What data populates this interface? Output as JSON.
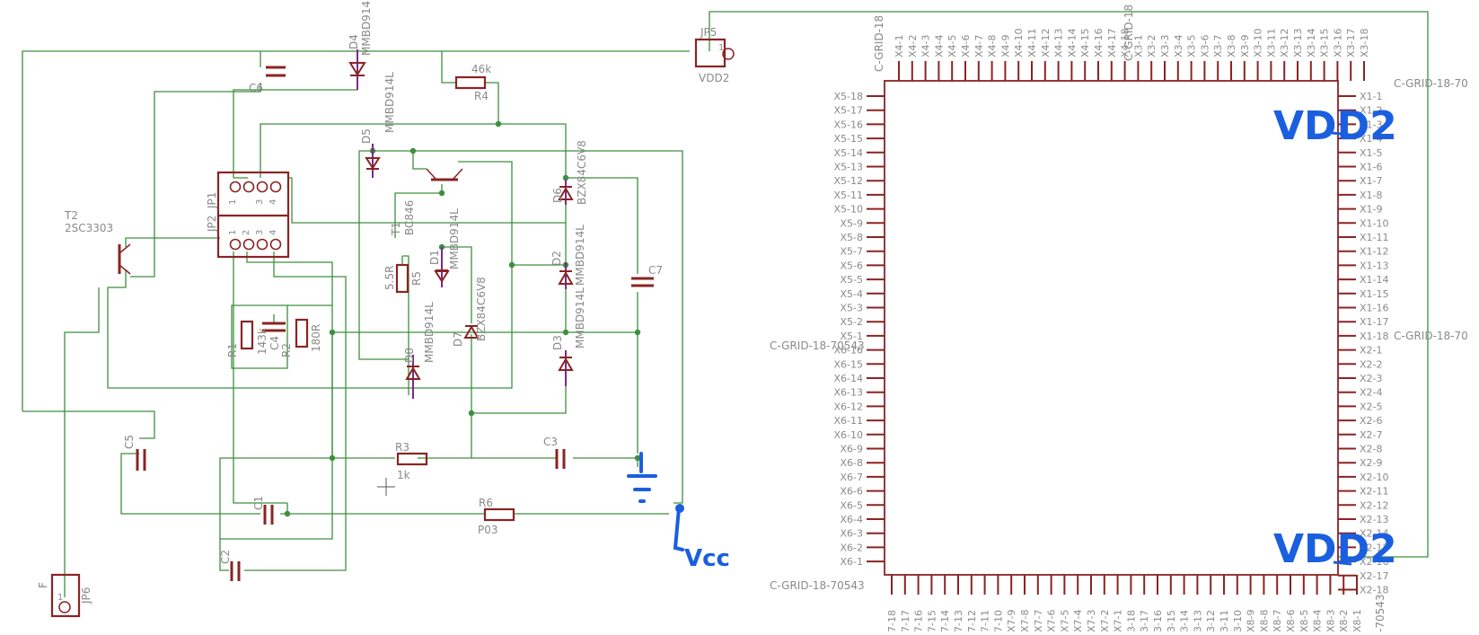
{
  "colors": {
    "wire": "#3e8f3e",
    "part": "#8b2323",
    "label": "#8a8a8a",
    "ink": "#1a5fe0",
    "background": "#ffffff"
  },
  "components": {
    "JP5": {
      "name": "JP5",
      "pin": "1",
      "net": "VDD2"
    },
    "JP6": {
      "name": "JP6",
      "pin": "1",
      "net": "F"
    },
    "JP2": "JP2",
    "JP1": "JP1",
    "pins_top": [
      "1",
      "3",
      "4"
    ],
    "pins_bot": [
      "1",
      "2",
      "3",
      "4"
    ],
    "T2": {
      "name": "T2",
      "value": "2SC3303"
    },
    "T1": {
      "name": "T1",
      "value": "BC846"
    },
    "D4": {
      "name": "D4",
      "value": "MMBD914L"
    },
    "D5": {
      "name": "D5",
      "value": "MMBD914L"
    },
    "D6": {
      "name": "D6",
      "value": "BZX84C6V8"
    },
    "D1": {
      "name": "D1",
      "value": "MMBD914L"
    },
    "D2": {
      "name": "D2",
      "value": "MMBD914L"
    },
    "D3": {
      "name": "D3",
      "value": "MMBD914L"
    },
    "D7": {
      "name": "D7",
      "value": "BZX84C6V8"
    },
    "D8": {
      "name": "D8",
      "value": "MMBD914L"
    },
    "R1": {
      "name": "R1",
      "value": "143k"
    },
    "R2": {
      "name": "R2",
      "value": "180R"
    },
    "R3": {
      "name": "R3",
      "value": "1k"
    },
    "R4": {
      "name": "R4",
      "value": "46k"
    },
    "R5": {
      "name": "R5",
      "value": "5.5R"
    },
    "R6": {
      "name": "R6",
      "value": "P03"
    },
    "C1": "C1",
    "C2": "C2",
    "C3": "C3",
    "C4": "C4",
    "C5": "C5",
    "C6": "C6",
    "C7": "C7"
  },
  "grid": {
    "part_label": "C-GRID-18-70543",
    "top_left_label": "C-GRID-18",
    "top_mid_label": "C-GRID-18",
    "right_top_label": "C-GRID-18-70",
    "right_mid_label": "C-GRID-18-70",
    "bottom_right_label": "-70543",
    "top_pins": [
      "X4-1",
      "X4-2",
      "X4-3",
      "X4-4",
      "X4-5",
      "X4-6",
      "X4-7",
      "X4-8",
      "X4-9",
      "X4-10",
      "X4-11",
      "X4-12",
      "X4-13",
      "X4-14",
      "X4-15",
      "X4-16",
      "X4-17",
      "X4-18",
      "X3-1",
      "X3-2",
      "X3-3",
      "X3-4",
      "X3-5",
      "X3-6",
      "X3-7",
      "X3-8",
      "X3-9",
      "X3-10",
      "X3-11",
      "X3-12",
      "X3-13",
      "X3-14",
      "X3-15",
      "X3-16",
      "X3-17",
      "X3-18"
    ],
    "left_pins": [
      "X5-18",
      "X5-17",
      "X5-16",
      "X5-15",
      "X5-14",
      "X5-13",
      "X5-12",
      "X5-11",
      "X5-10",
      "X5-9",
      "X5-8",
      "X5-7",
      "X5-6",
      "X5-5",
      "X5-4",
      "X5-3",
      "X5-2",
      "X5-1",
      "X6-16",
      "X6-15",
      "X6-14",
      "X6-13",
      "X6-12",
      "X6-11",
      "X6-10",
      "X6-9",
      "X6-8",
      "X6-7",
      "X6-6",
      "X6-5",
      "X6-4",
      "X6-3",
      "X6-2",
      "X6-1"
    ],
    "right_pins": [
      "X1-1",
      "X1-2",
      "X1-3",
      "X1-4",
      "X1-5",
      "X1-6",
      "X1-7",
      "X1-8",
      "X1-9",
      "X1-10",
      "X1-11",
      "X1-12",
      "X1-13",
      "X1-14",
      "X1-15",
      "X1-16",
      "X1-17",
      "X1-18",
      "X2-1",
      "X2-2",
      "X2-3",
      "X2-4",
      "X2-5",
      "X2-6",
      "X2-7",
      "X2-8",
      "X2-9",
      "X2-10",
      "X2-11",
      "X2-12",
      "X2-13",
      "X2-14",
      "X2-15",
      "X2-16",
      "X2-17",
      "X2-18"
    ],
    "bottom_pins": [
      "7-18",
      "7-17",
      "7-16",
      "7-15",
      "7-14",
      "7-13",
      "7-12",
      "7-11",
      "7-10",
      "X7-9",
      "X7-8",
      "X7-7",
      "X7-6",
      "X7-5",
      "X7-4",
      "X7-3",
      "X7-2",
      "X7-1",
      "3-18",
      "3-17",
      "3-16",
      "3-15",
      "3-14",
      "3-13",
      "3-12",
      "3-11",
      "3-10",
      "X8-9",
      "X8-8",
      "X8-7",
      "X8-6",
      "X8-5",
      "X8-4",
      "X8-3",
      "X8-2",
      "X8-1"
    ]
  },
  "annotations": {
    "vdd2_top": "VDD2",
    "vdd2_bottom": "VDD2",
    "vcc": "Vcc"
  }
}
